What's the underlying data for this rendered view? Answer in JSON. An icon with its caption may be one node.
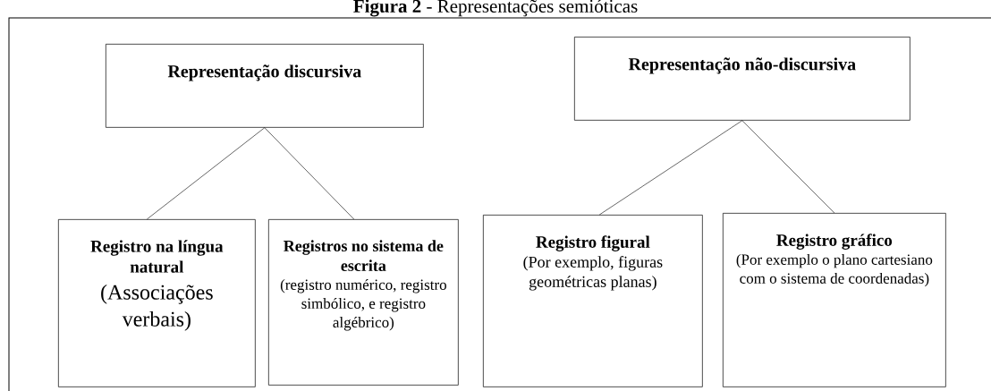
{
  "diagram": {
    "title": "**Figura 2** - Representações semióticas",
    "nodes": [
      {
        "text": [
          "Representação discursiva"
        ]
      },
      {
        "text": [
          "Representação não-discursiva"
        ]
      },
      {
        "text": [
          "Registro na língua natural",
          "(Associações verbais)"
        ]
      },
      {
        "text": [
          "Registros no sistema de escrita",
          "(registro numérico, registro simbólico, e registro algébrico)"
        ]
      },
      {
        "text": [
          "Registro figural",
          "(Por exemplo, figuras geométricas planas)"
        ]
      },
      {
        "text": [
          "Registro gráfico",
          "(Por exemplo o plano cartesiano com o sistema de coordenadas)"
        ]
      }
    ],
    "edges": [
      {
        "from": 0,
        "to": 2,
        "arrow": "none"
      },
      {
        "from": 0,
        "to": 3,
        "arrow": "none"
      },
      {
        "from": 1,
        "to": 4,
        "arrow": "none"
      },
      {
        "from": 1,
        "to": 5,
        "arrow": "none"
      }
    ]
  }
}
